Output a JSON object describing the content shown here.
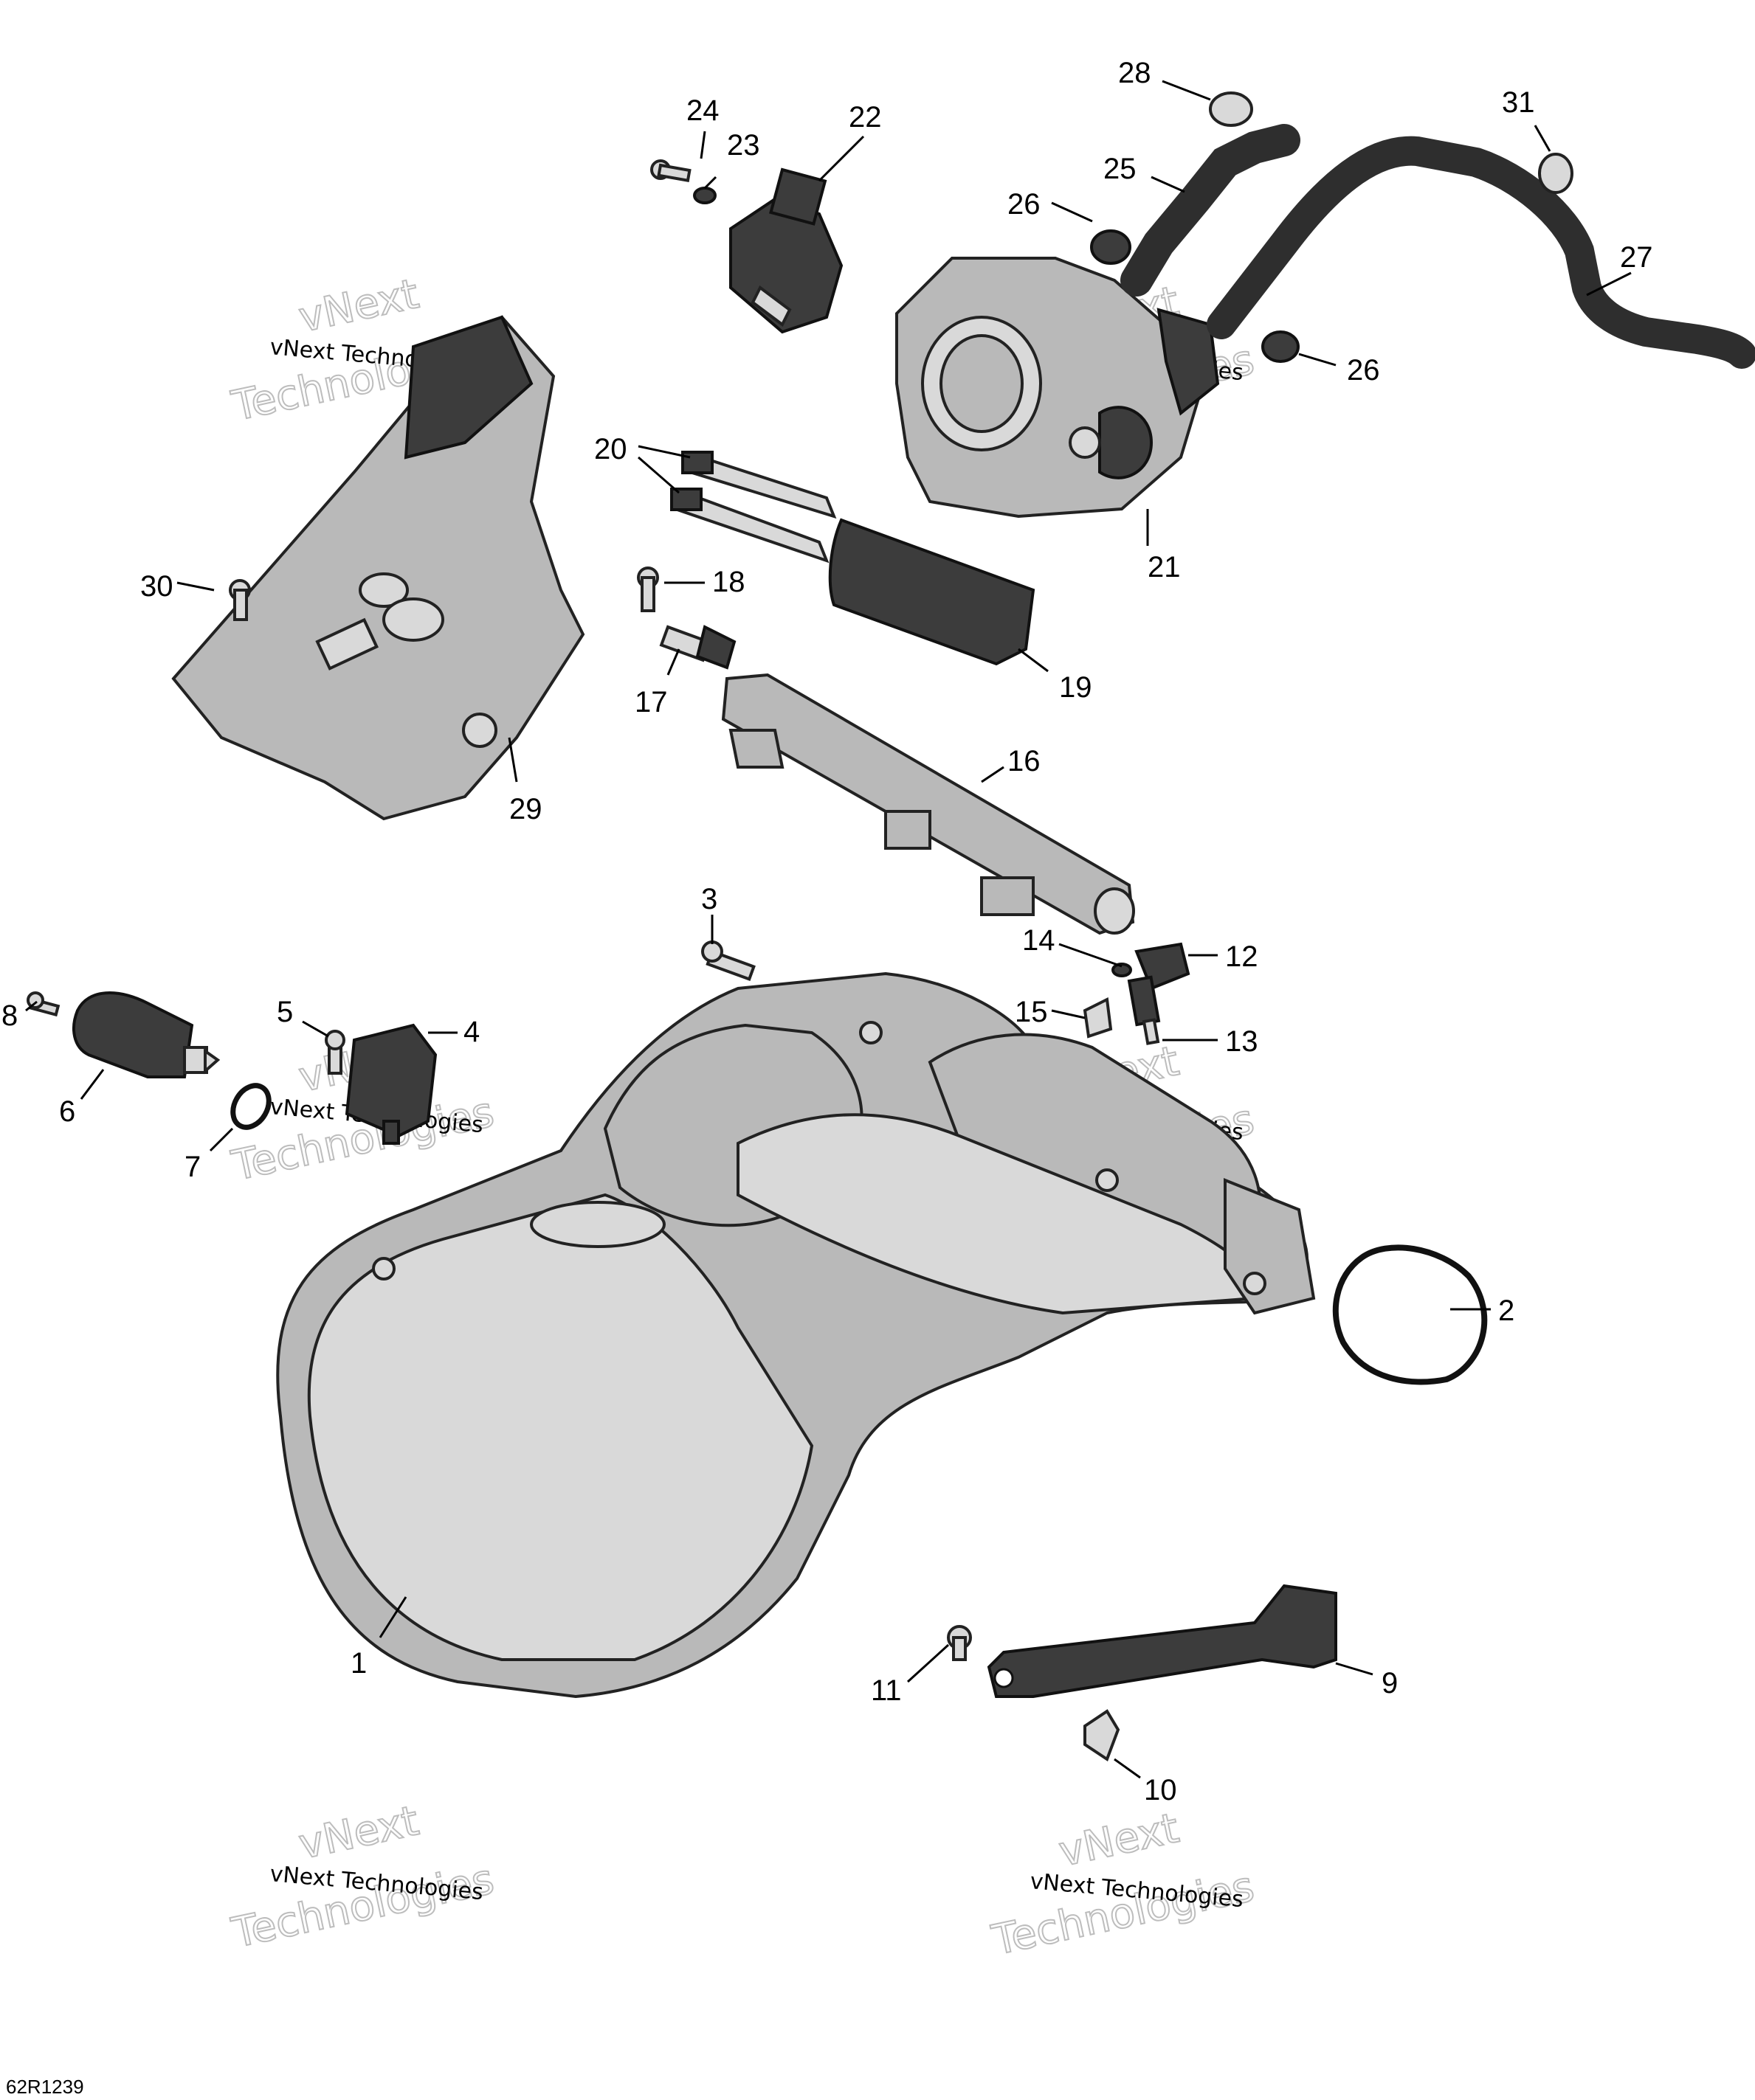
{
  "diagram": {
    "reference_code": "62R1239",
    "watermark": {
      "line_small": "vNext Technologies",
      "line_big_1": "vNext",
      "line_big_2": "Technologies"
    },
    "callouts": [
      "1",
      "2",
      "3",
      "4",
      "5",
      "6",
      "7",
      "8",
      "9",
      "10",
      "11",
      "12",
      "13",
      "14",
      "15",
      "16",
      "17",
      "18",
      "19",
      "20",
      "21",
      "22",
      "23",
      "24",
      "25",
      "26",
      "26",
      "27",
      "28",
      "29",
      "30",
      "31"
    ]
  }
}
